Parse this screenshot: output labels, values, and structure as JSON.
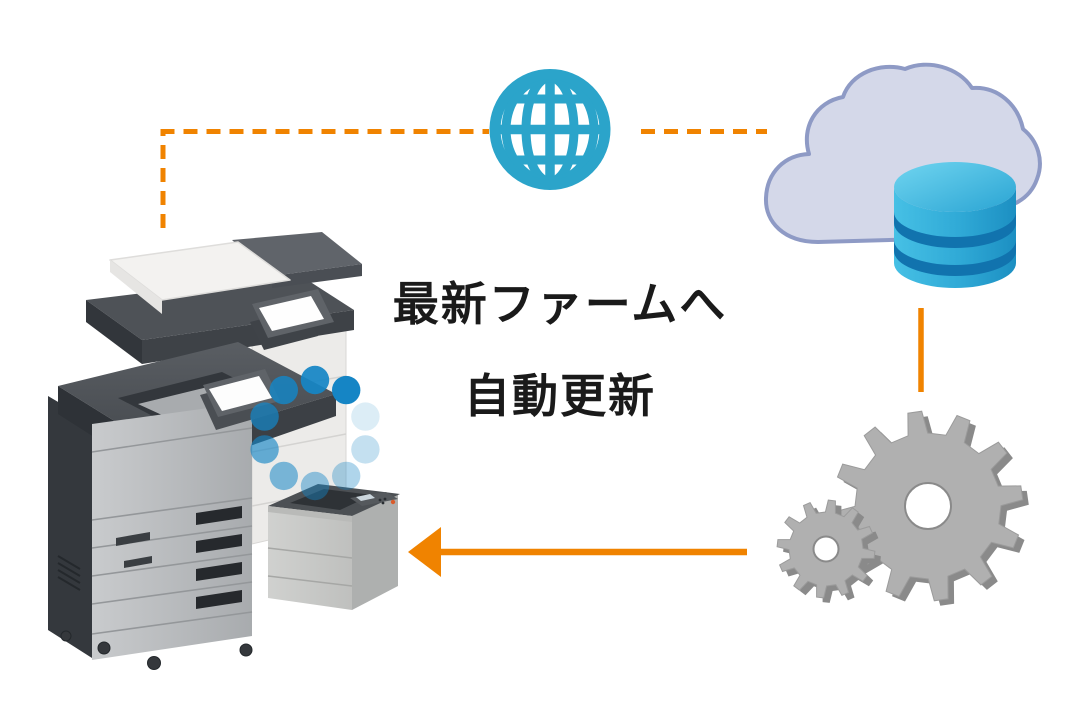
{
  "caption": {
    "line1": "最新ファームへ",
    "line2": "自動更新"
  },
  "icons": {
    "globe": "internet-globe",
    "cloud": "cloud",
    "database": "firmware-database",
    "gears": "processing-gears",
    "spinner": "update-progress-spinner",
    "printer_front": "floor-mfp-printer",
    "printer_back": "floor-mfp-printer-rear",
    "printer_desktop": "desktop-printer",
    "connector_dashed": "printer-to-cloud-dashed-link",
    "connector_down": "cloud-to-gears-link",
    "connector_arrow": "gears-to-printer-arrow"
  },
  "colors": {
    "accent_orange": "#F08300",
    "globe_blue": "#2BA4CA",
    "cloud_fill": "#D4D8E9",
    "cloud_border": "#8E9AC5",
    "database_blue_light": "#44BEE4",
    "database_blue_dark": "#1E90C2",
    "database_band": "#1173AE",
    "gear_gray": "#B0B0B0",
    "gear_shadow_gray": "#8A8A8A",
    "spinner_blue": "#1585C5",
    "text_black": "#1A1A1A",
    "background": "#FFFFFF"
  }
}
